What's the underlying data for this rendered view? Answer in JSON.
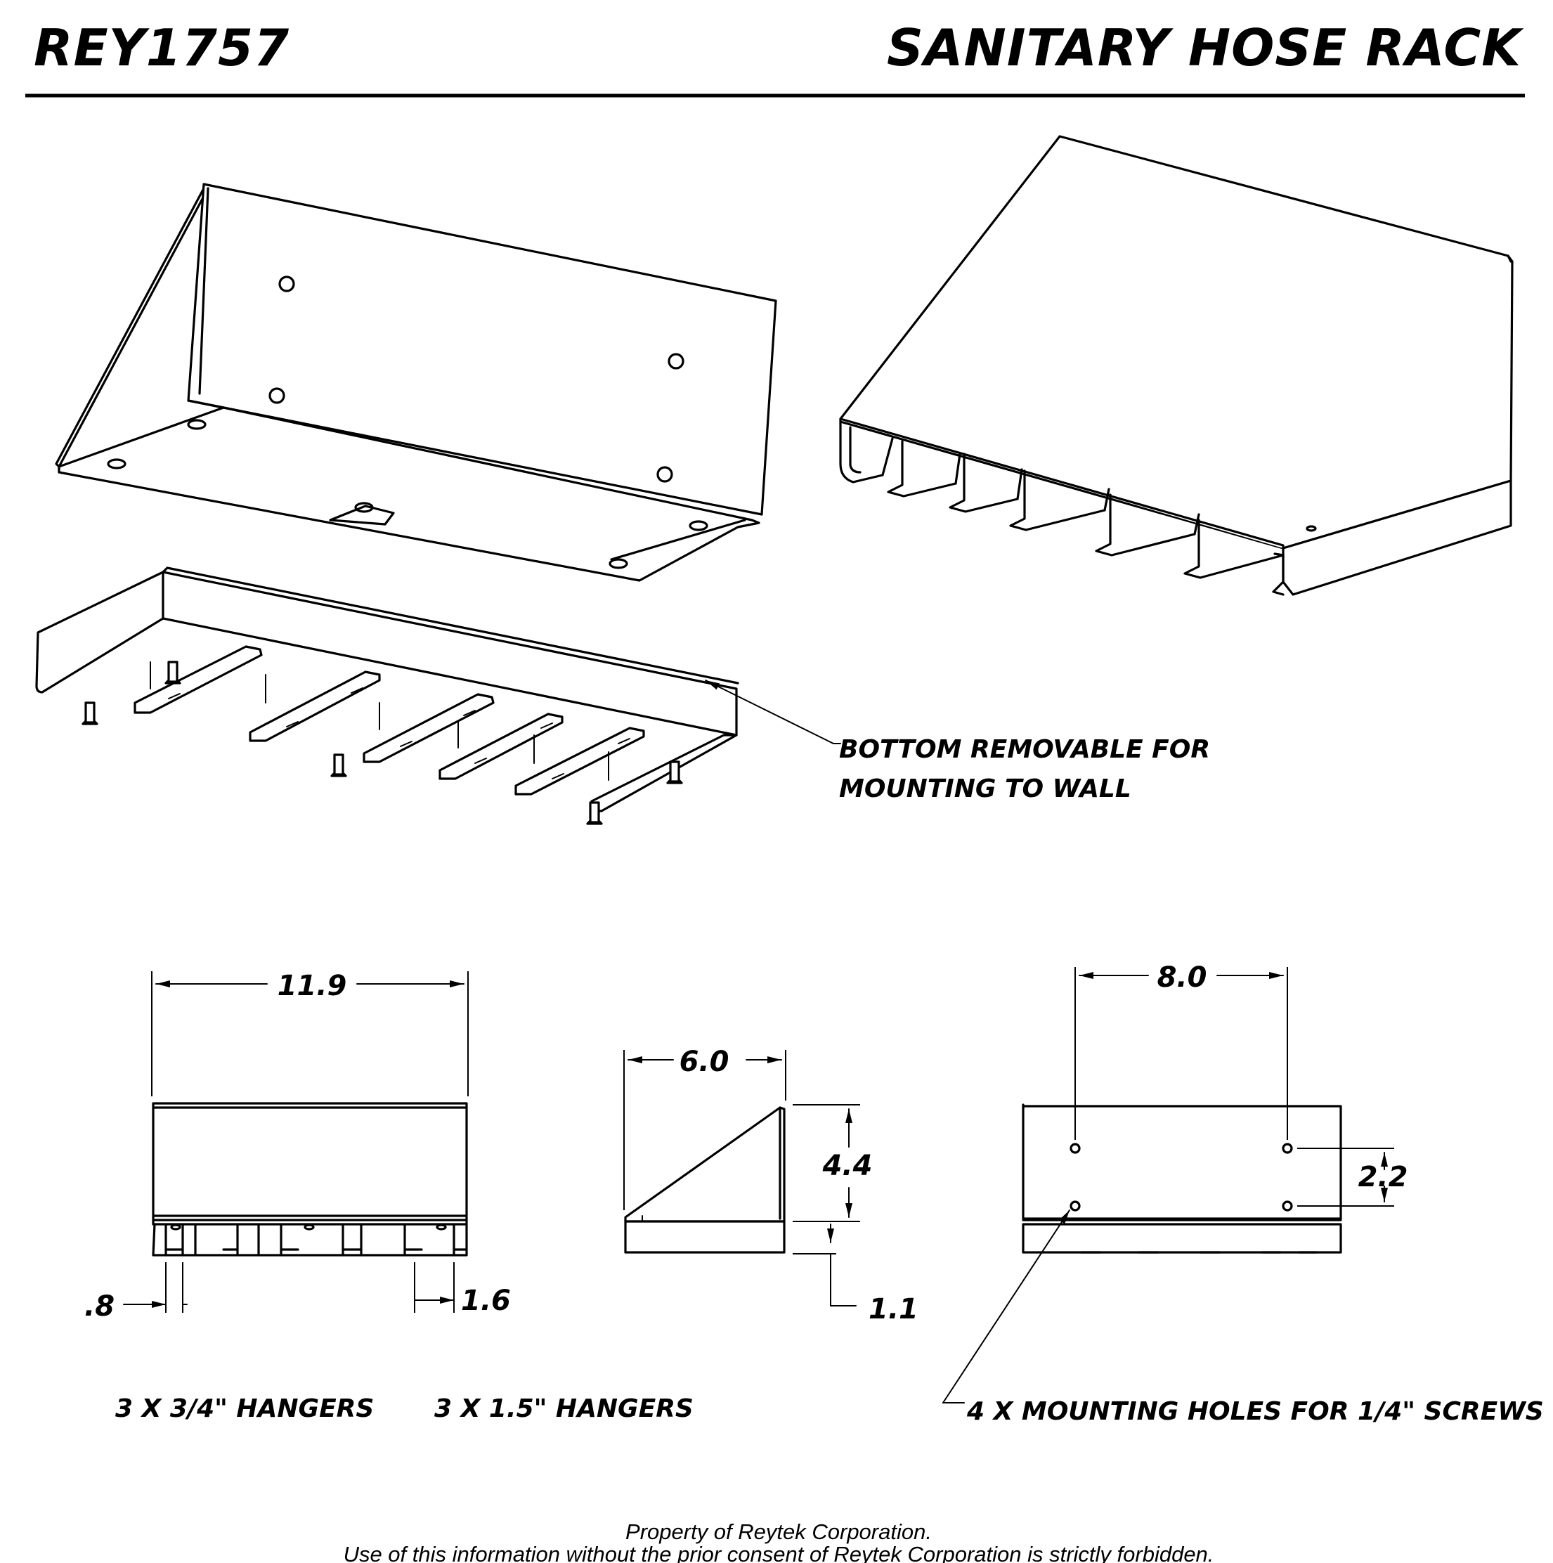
{
  "title_block": {
    "part_number": "REY1757",
    "title": "SANITARY HOSE RACK"
  },
  "callouts": {
    "bottom_removable_line1": "BOTTOM REMOVABLE FOR",
    "bottom_removable_line2": "MOUNTING TO WALL",
    "hangers_small": "3 X 3/4\" HANGERS",
    "hangers_large": "3 X 1.5\" HANGERS",
    "mounting_holes": "4 X MOUNTING HOLES FOR 1/4\" SCREWS"
  },
  "dimensions": {
    "overall_width": "11.9",
    "small_gap": ".8",
    "large_gap": "1.6",
    "depth": "6.0",
    "height": "4.4",
    "base_height": "1.1",
    "hole_spacing_horizontal": "8.0",
    "hole_spacing_vertical": "2.2"
  },
  "footer": {
    "line1": "Property of Reytek Corporation.",
    "line2": "Use of this information without the prior consent of Reytek Corporation is strictly forbidden."
  }
}
